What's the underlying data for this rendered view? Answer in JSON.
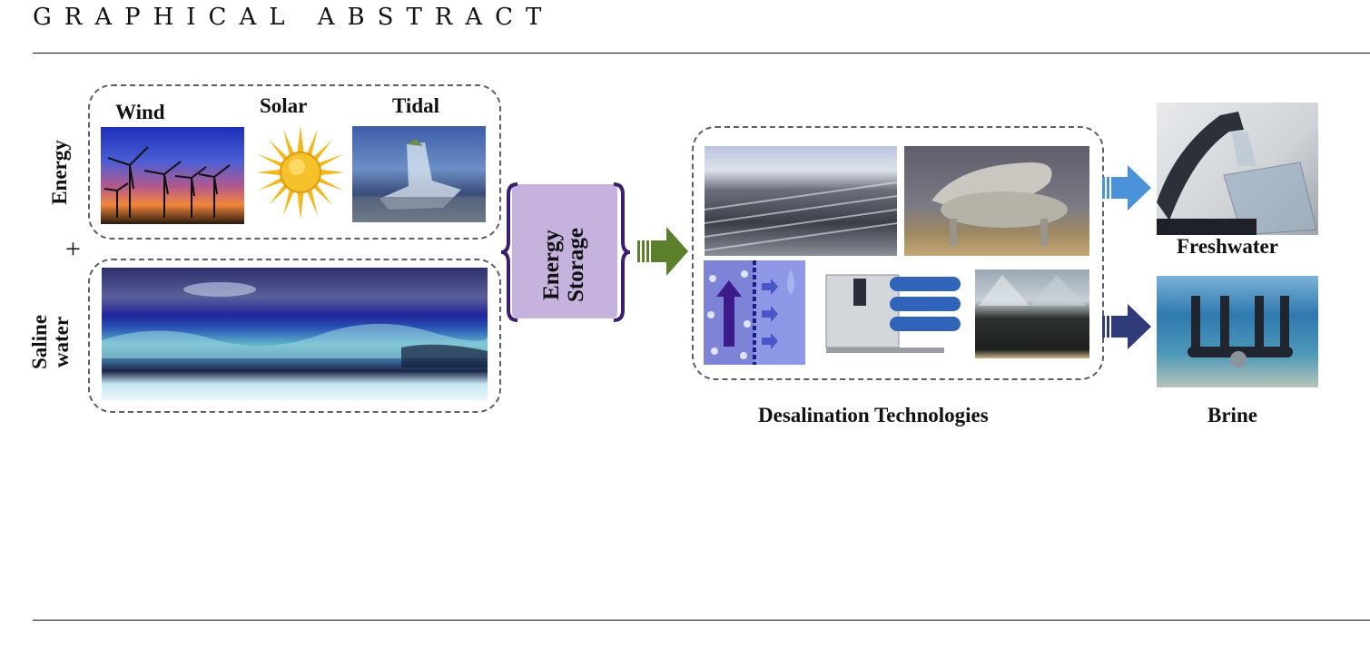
{
  "heading": "GRAPHICAL ABSTRACT",
  "energy": {
    "side_label": "Energy",
    "sources": [
      {
        "label": "Wind",
        "icon": "wind-turbines-image"
      },
      {
        "label": "Solar",
        "icon": "sun-icon"
      },
      {
        "label": "Tidal",
        "icon": "tidal-wave-image"
      }
    ]
  },
  "plus_sign": "+",
  "saline": {
    "side_label_line1": "Saline",
    "side_label_line2": "water",
    "icon": "ocean-waves-image"
  },
  "storage": {
    "line1": "Energy",
    "line2": "Storage"
  },
  "desalination": {
    "caption": "Desalination Technologies",
    "images": [
      "ro-plant-image",
      "thermal-plant-image",
      "membrane-diagram-image",
      "ro-skid-image",
      "solar-still-image"
    ]
  },
  "outputs": [
    {
      "label": "Freshwater",
      "icon": "faucet-glass-image",
      "arrow_color": "#4b93d8"
    },
    {
      "label": "Brine",
      "icon": "brine-diffuser-image",
      "arrow_color": "#2f3a78"
    }
  ],
  "colors": {
    "storage_fill": "#c5b3de",
    "storage_brace": "#3b1f6e",
    "main_arrow": "#5b7f2a",
    "dash": "#5a5f6e"
  }
}
